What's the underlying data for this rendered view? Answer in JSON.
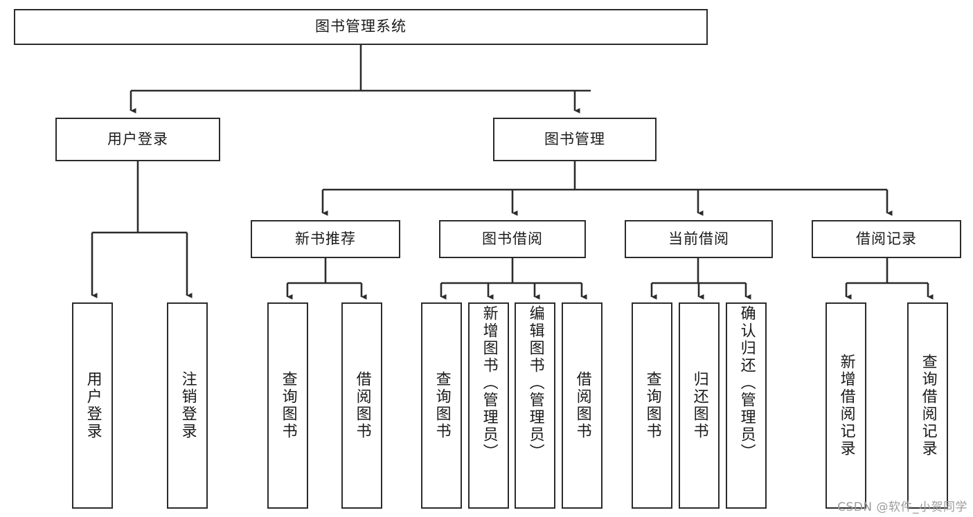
{
  "diagram": {
    "type": "tree-hierarchy",
    "title": "图书管理系统",
    "watermark": "CSDN @软件_小贺同学",
    "colors": {
      "stroke": "#2b2b2b",
      "fill": "#ffffff",
      "text": "#1a1a1a",
      "watermark": "#9b9b9b"
    },
    "nodes": {
      "root": {
        "label": "图书管理系统"
      },
      "level2": [
        {
          "id": "user-login",
          "label": "用户登录"
        },
        {
          "id": "book-manage",
          "label": "图书管理"
        }
      ],
      "level3": [
        {
          "id": "new-book-recommend",
          "label": "新书推荐"
        },
        {
          "id": "book-borrow",
          "label": "图书借阅"
        },
        {
          "id": "current-borrow",
          "label": "当前借阅"
        },
        {
          "id": "borrow-record",
          "label": "借阅记录"
        }
      ],
      "leaves": [
        {
          "id": "leaf-user-login",
          "label": "用户登录",
          "parent": "user-login"
        },
        {
          "id": "leaf-logout",
          "label": "注销登录",
          "parent": "user-login"
        },
        {
          "id": "leaf-query-book-1",
          "label": "查询图书",
          "parent": "new-book-recommend"
        },
        {
          "id": "leaf-borrow-book-1",
          "label": "借阅图书",
          "parent": "new-book-recommend"
        },
        {
          "id": "leaf-query-book-2",
          "label": "查询图书",
          "parent": "book-borrow"
        },
        {
          "id": "leaf-add-book",
          "label": "新增图书（管理员）",
          "parent": "book-borrow"
        },
        {
          "id": "leaf-edit-book",
          "label": "编辑图书（管理员）",
          "parent": "book-borrow"
        },
        {
          "id": "leaf-borrow-book-2",
          "label": "借阅图书",
          "parent": "book-borrow"
        },
        {
          "id": "leaf-query-book-3",
          "label": "查询图书",
          "parent": "current-borrow"
        },
        {
          "id": "leaf-return-book",
          "label": "归还图书",
          "parent": "current-borrow"
        },
        {
          "id": "leaf-confirm-return",
          "label": "确认归还（管理员）",
          "parent": "current-borrow"
        },
        {
          "id": "leaf-add-record",
          "label": "新增借阅记录",
          "parent": "borrow-record"
        },
        {
          "id": "leaf-query-record",
          "label": "查询借阅记录",
          "parent": "borrow-record"
        }
      ]
    }
  }
}
